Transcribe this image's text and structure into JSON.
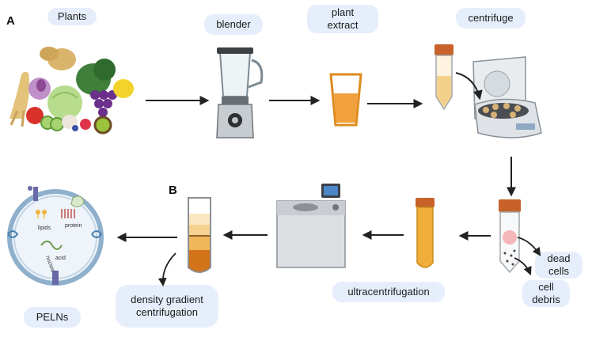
{
  "panels": {
    "a": "A",
    "b": "B"
  },
  "labels": {
    "plants": "Plants",
    "blender": "blender",
    "plant_extract_line1": "plant",
    "plant_extract_line2": "extract",
    "centrifuge": "centrifuge",
    "dead_cells_line1": "dead",
    "dead_cells_line2": "cells",
    "cell_debris_line1": "cell",
    "cell_debris_line2": "debris",
    "ultracentrifugation": "ultracentrifugation",
    "density_line1": "density gradient",
    "density_line2": "centrifugation",
    "pelns": "PELNs"
  },
  "vesicle_labels": {
    "lipids": "lipids",
    "protein": "protein",
    "nucleic_line1": "nucleic",
    "nucleic_line2": "acid"
  },
  "colors": {
    "pill_bg": "#e6eefb",
    "arrow": "#222222",
    "extract_orange": "#f0a03c",
    "tube_cap": "#c8622a",
    "dense_band": "#d4741a",
    "vesicle_fill": "#eef4fa",
    "membrane": "#8fb0cc"
  },
  "icons": [
    "plants-illustration",
    "blender-icon",
    "extract-glass-icon",
    "falcon-tube-icon",
    "centrifuge-machine-icon",
    "ultracentrifuge-machine-icon",
    "gradient-tube-icon",
    "vesicle-icon"
  ]
}
